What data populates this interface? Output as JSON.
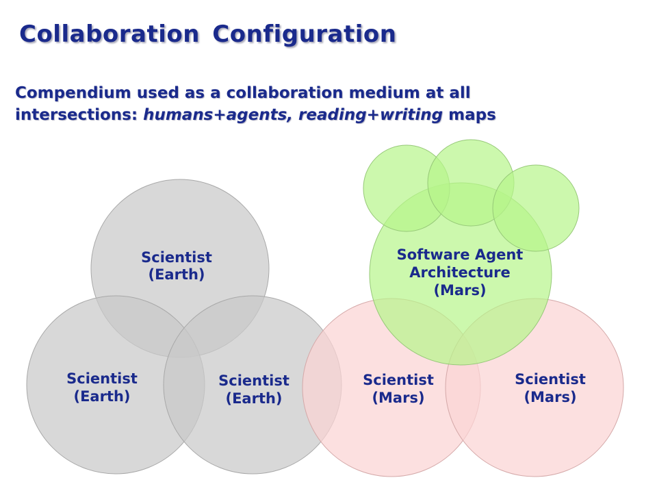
{
  "title": "Collaboration Configuration",
  "subtitle": {
    "line1": "Compendium used as a collaboration medium at all",
    "line2_prefix": "intersections: ",
    "line2_em": "humans+agents, reading+writing",
    "line2_suffix": " maps"
  },
  "circles": {
    "earth_top": {
      "line1": "Scientist",
      "line2": "(Earth)"
    },
    "earth_left": {
      "line1": "Scientist",
      "line2": "(Earth)"
    },
    "earth_right": {
      "line1": "Scientist",
      "line2": "(Earth)"
    },
    "mars_left": {
      "line1": "Scientist",
      "line2": "(Mars)"
    },
    "mars_right": {
      "line1": "Scientist",
      "line2": "(Mars)"
    },
    "agent": {
      "line1": "Software Agent",
      "line2": "Architecture",
      "line3": "(Mars)"
    }
  },
  "colors": {
    "text": "#1a2a8c",
    "earth_fill": "#c9c9c9",
    "mars_fill": "#fbd4d4",
    "agent_fill": "#b6f58a"
  }
}
